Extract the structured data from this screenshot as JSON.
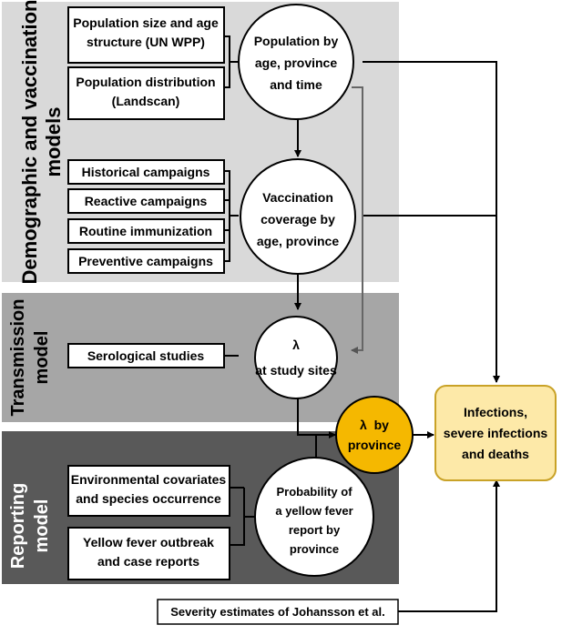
{
  "sections": {
    "demographic": "Demographic and vaccination models",
    "transmission_line1": "Transmission",
    "transmission_line2": "model",
    "reporting_line1": "Reporting",
    "reporting_line2": "model"
  },
  "inputs": {
    "un_wpp": [
      "Population size and age",
      "structure (UN WPP)"
    ],
    "landscan": [
      "Population distribution",
      "(Landscan)"
    ],
    "historical": "Historical campaigns",
    "reactive": "Reactive campaigns",
    "routine": "Routine immunization",
    "preventive": "Preventive campaigns",
    "serological": "Serological studies",
    "environmental": [
      "Environmental covariates",
      "and species occurrence"
    ],
    "outbreak": [
      "Yellow fever outbreak",
      "and case reports"
    ],
    "severity": "Severity estimates of Johansson et al."
  },
  "nodes": {
    "population": [
      "Population by",
      "age, province",
      "and time"
    ],
    "vaccination": [
      "Vaccination",
      "coverage by",
      "age, province"
    ],
    "lambda_study": [
      "λ",
      "at study sites"
    ],
    "lambda_province": [
      "λ  by",
      "province"
    ],
    "probability": [
      "Probability of",
      "a yellow fever",
      "report by",
      "province"
    ],
    "infections": [
      "Infections,",
      "severe infections",
      "and deaths"
    ]
  },
  "colors": {
    "demographic_bg": "#d9d9d9",
    "transmission_bg": "#a6a6a6",
    "reporting_bg": "#595959",
    "lambda_province_fill": "#f5b800",
    "infections_fill": "#fde9a8",
    "infections_stroke": "#c9a227"
  }
}
